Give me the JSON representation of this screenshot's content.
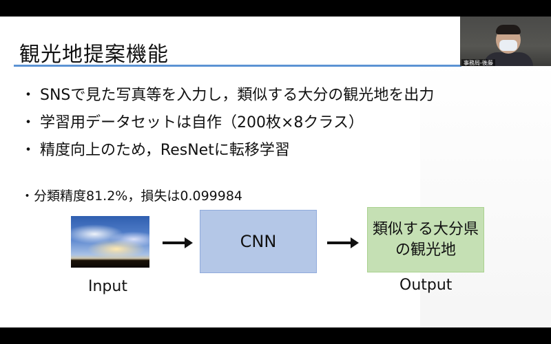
{
  "slide": {
    "title": "観光地提案機能",
    "bullet_mark": "・",
    "bullets": [
      "SNSで見た写真等を入力し，類似する大分の観光地を出力",
      "学習用データセットは自作（200枚×8クラス）",
      "精度向上のため，ResNetに転移学習"
    ],
    "accuracy_line": "・分類精度81.2%，損失は0.099984"
  },
  "diagram": {
    "input_label": "Input",
    "model_label": "CNN",
    "output_box_lines": [
      "類似する大分県",
      "の観光地"
    ],
    "output_label": "Output"
  },
  "video": {
    "participant_name": "事務局-後藤"
  },
  "colors": {
    "title_rule": "#5b93d4",
    "cnn_box": "#b4c7e7",
    "output_box": "#c5e0b4"
  }
}
